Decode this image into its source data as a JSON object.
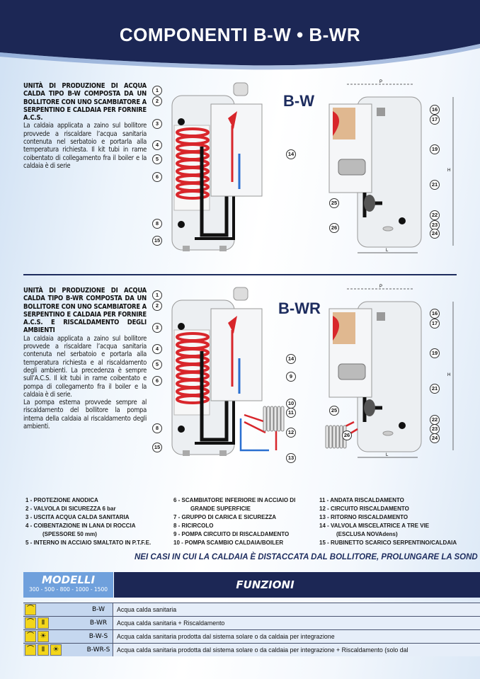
{
  "header": {
    "title": "COMPONENTI B-W • B-WR"
  },
  "sections": [
    {
      "model": "B-W",
      "heading": "UNITÀ DI PRODUZIONE DI ACQUA CALDA TIPO B-W COMPOSTA DA UN BOLLITORE CON UNO SCAMBIATORE A SERPENTINO E CALDAIA PER FORNIRE A.C.S.",
      "body": "La caldaia applicata a zaino sul bollitore provvede a riscaldare l’acqua sanitaria contenuta nel serbatoio e portarla alla temperatura richiesta. Il kit tubi in rame coibentato di collegamento fra il boiler e la caldaia è di serie",
      "callouts": [
        "1",
        "2",
        "3",
        "4",
        "5",
        "6",
        "8",
        "15",
        "14",
        "16",
        "17",
        "19",
        "21",
        "25",
        "22",
        "23",
        "24",
        "26"
      ],
      "dims": {
        "depth": "P",
        "height": "H",
        "width": "L"
      }
    },
    {
      "model": "B-WR",
      "heading": "UNITÀ DI PRODUZIONE DI ACQUA CALDA TIPO B-WR COMPOSTA DA UN BOLLITORE CON UNO SCAMBIATORE A SERPENTINO E CALDAIA PER FORNIRE A.C.S. E RISCALDAMENTO DEGLI AMBIENTI",
      "body": "La caldaia applicata a zaino sul bollitore provvede a riscaldare l’acqua sanitaria contenuta nel serbatoio e portarla alla temperatura richiesta e al riscaldamento degli ambienti. La precedenza è sempre sull’A.C.S. Il kit tubi in rame coibentato e pompa di collegamento fra il boiler e la caldaia è di serie.",
      "body2": "La pompa esterna provvede sempre al riscaldamento del bollitore la pompa interna della caldaia al riscaldamento degli ambienti.",
      "callouts": [
        "1",
        "2",
        "3",
        "4",
        "5",
        "6",
        "8",
        "15",
        "14",
        "9",
        "10",
        "11",
        "12",
        "13",
        "16",
        "17",
        "19",
        "21",
        "25",
        "22",
        "23",
        "24",
        "26"
      ],
      "dims": {
        "depth": "P",
        "height": "H",
        "width": "L"
      }
    }
  ],
  "legend": {
    "col1": [
      "1 - PROTEZIONE ANODICA",
      "2 - VALVOLA DI SICUREZZA 6 bar",
      "3 - USCITA ACQUA CALDA SANITARIA",
      "4 - COIBENTAZIONE IN LANA DI ROCCIA",
      "(SPESSORE 50 mm)",
      "5 - INTERNO IN ACCIAIO SMALTATO IN P.T.F.E."
    ],
    "col2": [
      "6 - SCAMBIATORE INFERIORE IN ACCIAIO DI",
      "GRANDE SUPERFICIE",
      "7 - GRUPPO DI CARICA E SICUREZZA",
      "8 - RICIRCOLO",
      "9 - POMPA CIRCUITO DI RISCALDAMENTO",
      "10 - POMPA SCAMBIO CALDAIA/BOILER"
    ],
    "col3": [
      "11 - ANDATA RISCALDAMENTO",
      "12 - CIRCUITO RISCALDAMENTO",
      "13 - RITORNO RISCALDAMENTO",
      "14 - VALVOLA MISCELATRICE A TRE VIE",
      "(ESCLUSA NOVAdens)",
      "15 - RUBINETTO SCARICO SERPENTINO/CALDAIA"
    ]
  },
  "note": "NEI CASI IN CUI LA CALDAIA È DISTACCATA DAL BOLLITORE, PROLUNGARE LA SOND",
  "table": {
    "models_header": "MODELLI",
    "models_sizes": "300 - 500 - 800 - 1000 - 1500",
    "functions_header": "FUNZIONI",
    "rows": [
      {
        "model": "B-W",
        "function": "Acqua calda sanitaria",
        "icons": [
          "shower"
        ]
      },
      {
        "model": "B-WR",
        "function": "Acqua calda sanitaria + Riscaldamento",
        "icons": [
          "shower",
          "radiator"
        ]
      },
      {
        "model": "B-W-S",
        "function": "Acqua calda sanitaria prodotta dal sistema solare o da caldaia per integrazione",
        "icons": [
          "shower",
          "sun"
        ]
      },
      {
        "model": "B-WR-S",
        "function": "Acqua calda sanitaria prodotta dal sistema solare o da caldaia per integrazione + Riscaldamento (solo dal",
        "icons": [
          "shower",
          "radiator",
          "sun"
        ]
      }
    ]
  },
  "colors": {
    "navy": "#1c2755",
    "accent_blue": "#6fa0dc",
    "icon_yellow": "#f3d61a",
    "coil_red": "#d8262b"
  }
}
